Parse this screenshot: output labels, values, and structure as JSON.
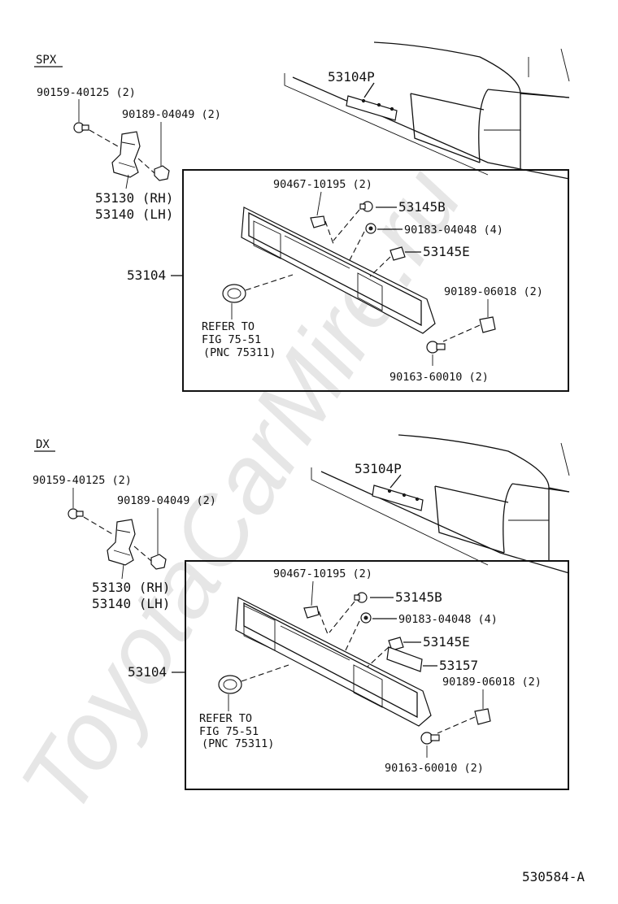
{
  "watermark": "ToyotaCarMire.ru",
  "figure_code": "530584-A",
  "sections": [
    {
      "tag": "SPX",
      "labels": {
        "bolt_hinge": "90159-40125 (2)",
        "nut_hinge": "90189-04049 (2)",
        "hinge_rh": "53130 (RH)",
        "hinge_lh": "53140 (LH)",
        "mouldings_top": "53104P",
        "clip_a": "90467-10195 (2)",
        "cushion_b": "53145B",
        "nut_a": "90183-04048 (4)",
        "cushion_e": "53145E",
        "assembly": "53104",
        "nut_b": "90189-06018 (2)",
        "refer_1": "REFER TO",
        "refer_2": "FIG 75-51",
        "refer_3": "(PNC 75311)",
        "bolt_b": "90163-60010 (2)"
      }
    },
    {
      "tag": "DX",
      "labels": {
        "bolt_hinge": "90159-40125 (2)",
        "nut_hinge": "90189-04049 (2)",
        "hinge_rh": "53130 (RH)",
        "hinge_lh": "53140 (LH)",
        "mouldings_top": "53104P",
        "clip_a": "90467-10195 (2)",
        "cushion_b": "53145B",
        "nut_a": "90183-04048 (4)",
        "cushion_e": "53145E",
        "seal": "53157",
        "assembly": "53104",
        "nut_b": "90189-06018 (2)",
        "refer_1": "REFER TO",
        "refer_2": "FIG 75-51",
        "refer_3": "(PNC 75311)",
        "bolt_b": "90163-60010 (2)"
      }
    }
  ]
}
